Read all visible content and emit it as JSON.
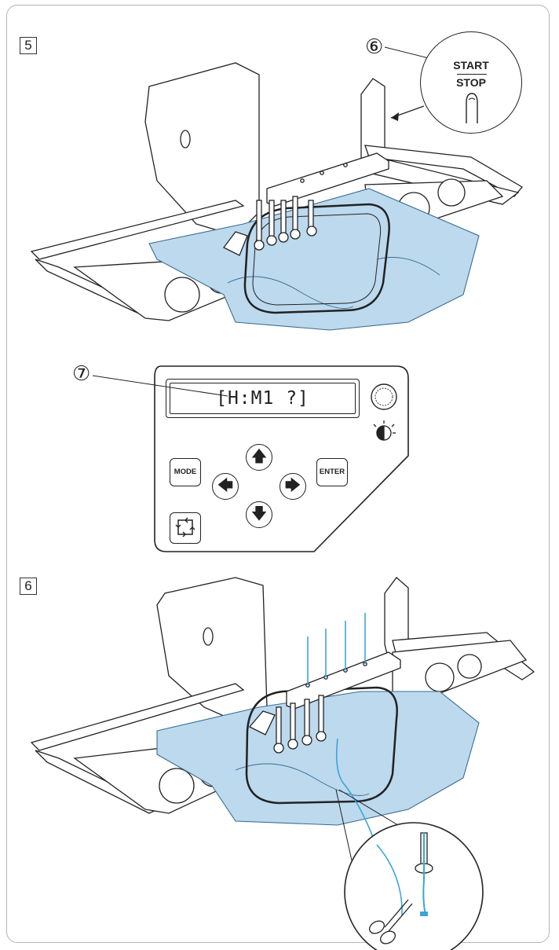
{
  "steps": {
    "step5": "5",
    "step6": "6"
  },
  "callouts": {
    "c6": "⑥",
    "c7": "⑦"
  },
  "start_stop": {
    "top_label": "START",
    "bottom_label": "STOP"
  },
  "control_panel": {
    "display_text": "[H:M1 ?]",
    "mode_label": "MODE",
    "enter_label": "ENTER",
    "up_icon": "arrow-up",
    "down_icon": "arrow-down",
    "left_icon": "arrow-left",
    "right_icon": "arrow-right",
    "trace_icon": "trace-frame"
  },
  "colors": {
    "fabric": "#bcd9ee",
    "thread": "#3aa6d8",
    "line": "#222222"
  }
}
